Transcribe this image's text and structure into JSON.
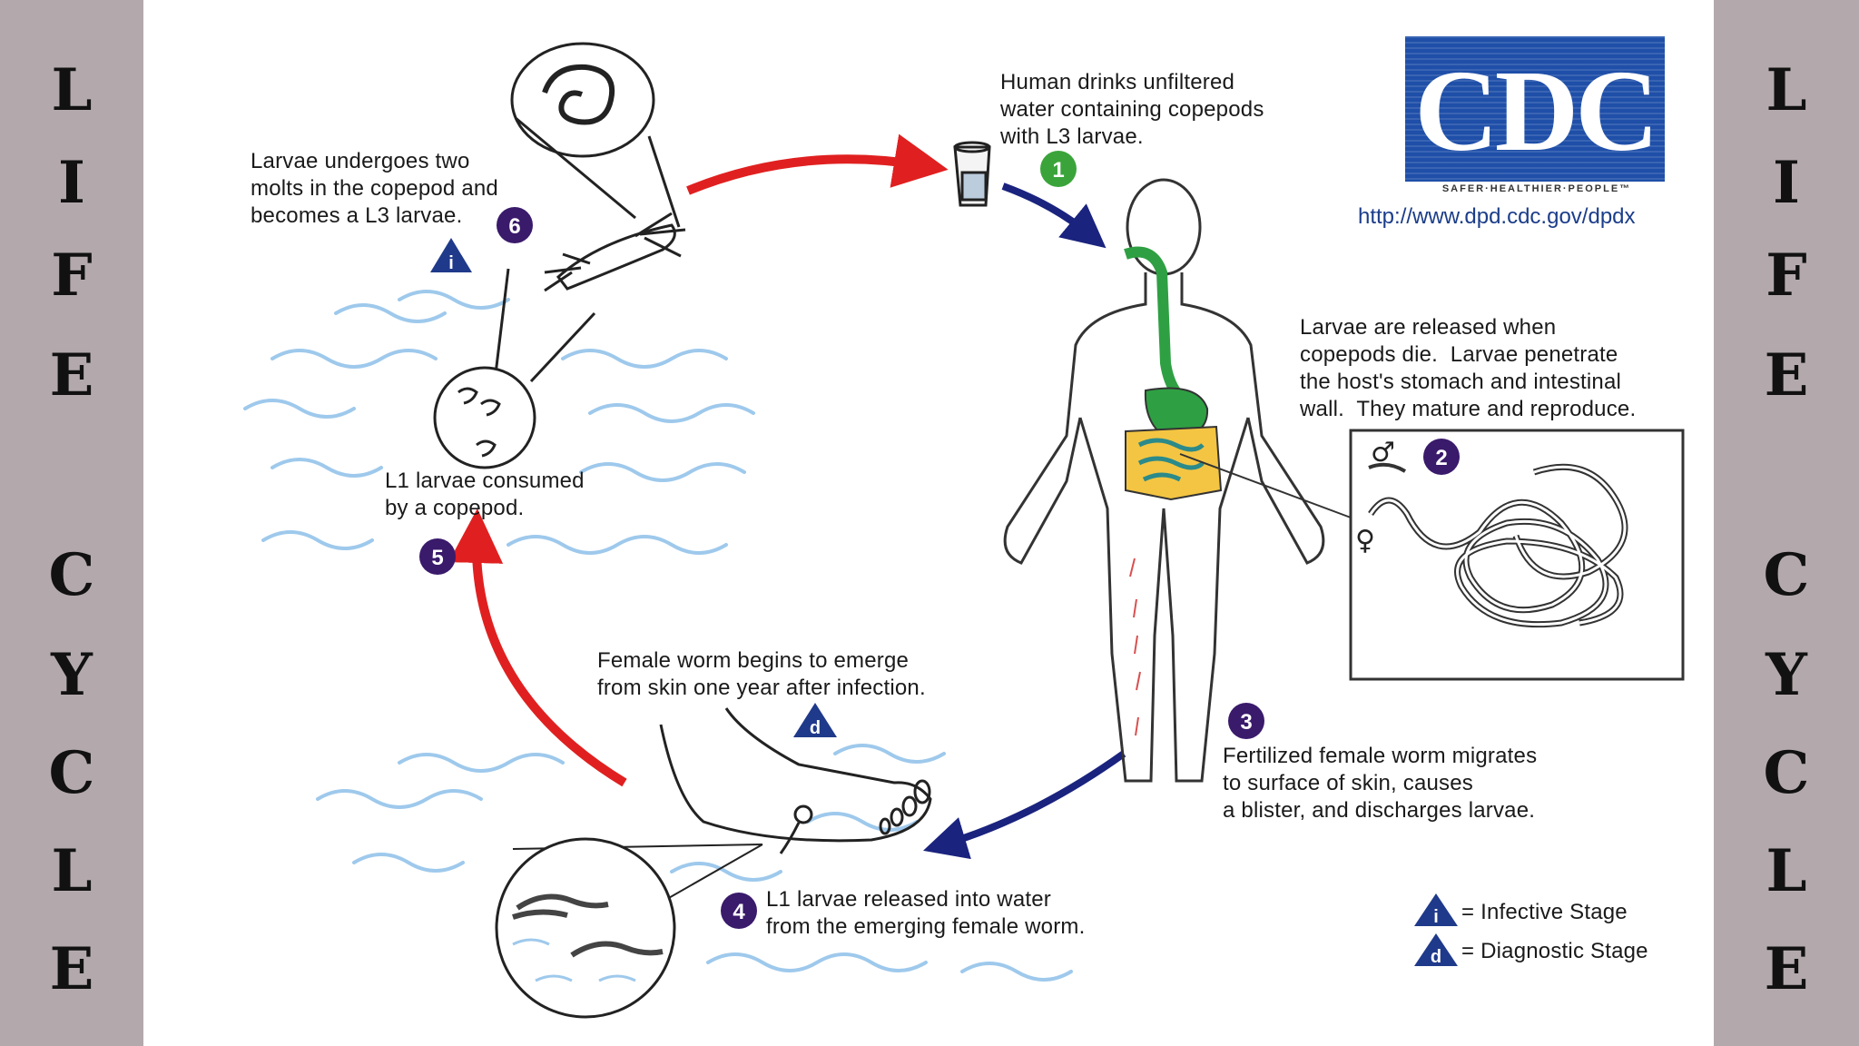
{
  "side_label": {
    "word1": [
      "L",
      "I",
      "F",
      "E"
    ],
    "word2": [
      "C",
      "Y",
      "C",
      "L",
      "E"
    ]
  },
  "logo": {
    "text": "CDC",
    "tagline": "SAFER·HEALTHIER·PEOPLE™",
    "url": "http://www.dpd.cdc.gov/dpdx"
  },
  "steps": {
    "s1": {
      "number": "1",
      "text": "Human drinks unfiltered\nwater containing copepods\nwith L3 larvae."
    },
    "s2": {
      "number": "2",
      "text": "Larvae are released when\ncopepods die.  Larvae penetrate\nthe host's stomach and intestinal\nwall.  They mature and reproduce."
    },
    "s3": {
      "number": "3",
      "text": "Fertilized female worm migrates\nto surface of skin, causes\na blister, and discharges larvae."
    },
    "s4": {
      "number": "4",
      "text": "L1 larvae released into water\nfrom the emerging female worm."
    },
    "s5": {
      "number": "5",
      "text": "L1 larvae consumed\nby a copepod."
    },
    "s6": {
      "number": "6",
      "text": "Larvae undergoes two\nmolts in the copepod and\nbecomes a L3 larvae."
    },
    "emerge": {
      "text": "Female worm begins to emerge\nfrom skin one year after infection."
    }
  },
  "stage_markers": {
    "infective": "i",
    "diagnostic": "d"
  },
  "sex_symbols": {
    "male": "♂",
    "female": "♀"
  },
  "legend": {
    "infective": "= Infective Stage",
    "diagnostic": "= Diagnostic Stage"
  },
  "colors": {
    "red_arrow": "#e02020",
    "blue_arrow": "#1a237e",
    "step_circle": "#3a1a6b",
    "step1_circle": "#3aa43a",
    "gut_green": "#2ea043",
    "gut_yellow": "#f4c542",
    "water": "#9ec9ec"
  }
}
